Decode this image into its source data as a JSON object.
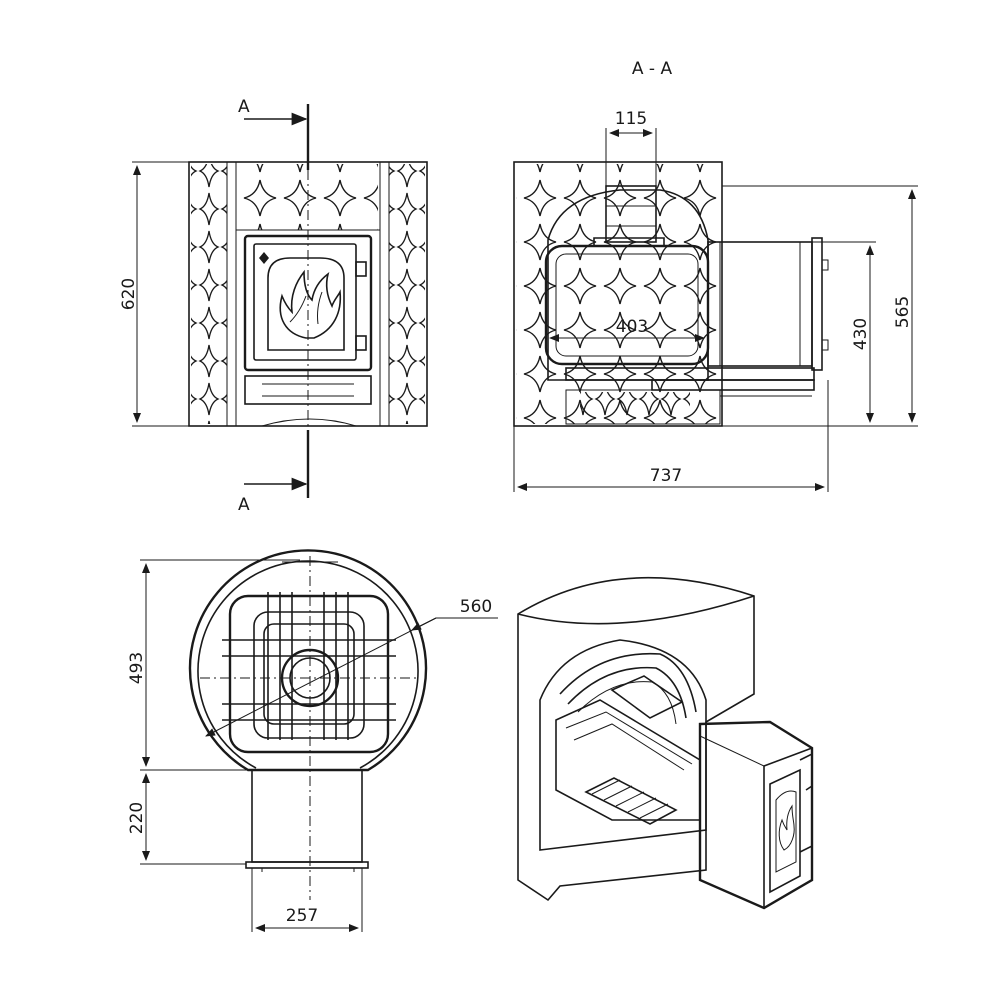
{
  "section": {
    "title": "A - A",
    "marker_top": "A",
    "marker_bottom": "A"
  },
  "dimensions": {
    "front_height": "620",
    "chimney_width": "115",
    "section_height_outer": "565",
    "section_height_inner": "430",
    "firebox_depth": "403",
    "total_depth": "737",
    "top_diameter": "560",
    "top_depth": "493",
    "tunnel_depth": "220",
    "tunnel_width": "257"
  },
  "colors": {
    "line": "#1a1a1a",
    "background": "#ffffff"
  }
}
